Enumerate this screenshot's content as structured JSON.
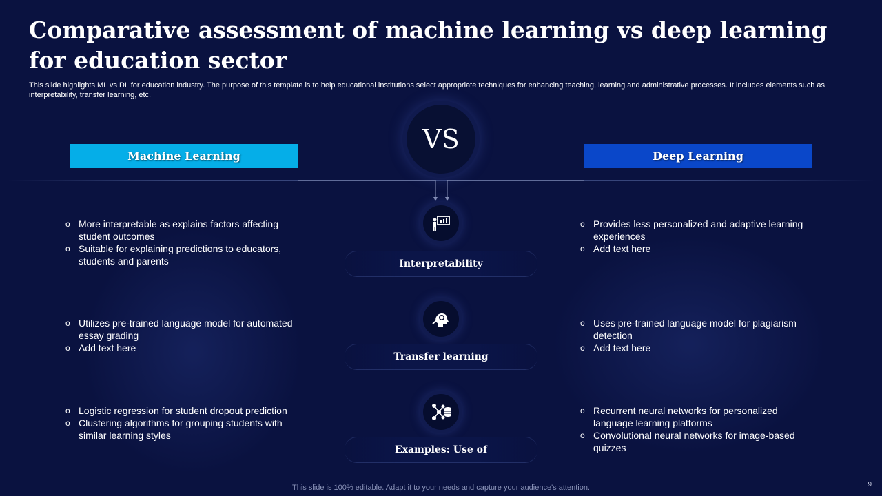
{
  "slide": {
    "title": "Comparative assessment of machine learning vs deep learning for education sector",
    "subtitle": "This slide highlights ML vs DL for education industry. The purpose of this template is to help educational institutions select appropriate techniques for enhancing teaching, learning and administrative processes. It includes elements such as interpretability, transfer learning, etc.",
    "vs_label": "VS",
    "left_header": "Machine Learning",
    "right_header": "Deep Learning",
    "footer": "This slide is 100% editable. Adapt it to your needs and capture your audience's attention.",
    "page_number": "9"
  },
  "rows": [
    {
      "label": "Interpretability",
      "icon": "presentation-icon",
      "left": [
        "More interpretable as explains factors affecting student outcomes",
        "Suitable for explaining predictions to educators, students and parents"
      ],
      "right": [
        "Provides less personalized and adaptive learning experiences",
        "Add text here"
      ]
    },
    {
      "label": "Transfer learning",
      "icon": "idea-head-icon",
      "left": [
        "Utilizes pre-trained language model for automated essay grading",
        "Add text here"
      ],
      "right": [
        "Uses pre-trained language model for plagiarism detection",
        "Add text here"
      ]
    },
    {
      "label": "Examples: Use of",
      "icon": "network-database-icon",
      "left": [
        "Logistic regression for student dropout prediction",
        "Clustering algorithms for grouping students with similar learning styles"
      ],
      "right": [
        "Recurrent neural networks for personalized language learning platforms",
        "Convolutional neural networks for image-based quizzes"
      ]
    }
  ],
  "colors": {
    "background": "#0a1240",
    "ml_header": "#05aee8",
    "dl_header": "#0a47c9"
  }
}
